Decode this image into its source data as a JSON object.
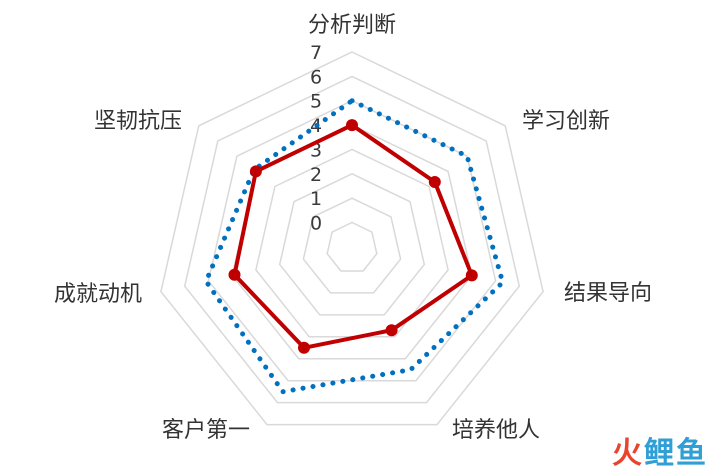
{
  "chart_data": {
    "type": "radar",
    "categories": [
      "分析判断",
      "学习创新",
      "结果导向",
      "培养他人",
      "客户第一",
      "成就动机",
      "坚韧抗压"
    ],
    "r_ticks": [
      "0",
      "1",
      "2",
      "3",
      "4",
      "5",
      "6",
      "7"
    ],
    "rlim": [
      0,
      7
    ],
    "grid": true,
    "legend": "none",
    "series": [
      {
        "values": [
          4.0,
          3.3,
          4.0,
          2.7,
          3.5,
          3.9,
          4.0
        ],
        "color": "#c00000",
        "style": "solid-markers"
      },
      {
        "values": [
          5.0,
          5.0,
          5.3,
          4.5,
          5.5,
          5.1,
          4.1
        ],
        "color": "#0070c0",
        "style": "dotted"
      }
    ],
    "colors": {
      "grid": "#d9d9d9",
      "watermark_red": "#e8452c",
      "watermark_blue": "#2f9fd6"
    }
  },
  "watermark": {
    "text": [
      "火",
      "鲤",
      "鱼"
    ]
  }
}
